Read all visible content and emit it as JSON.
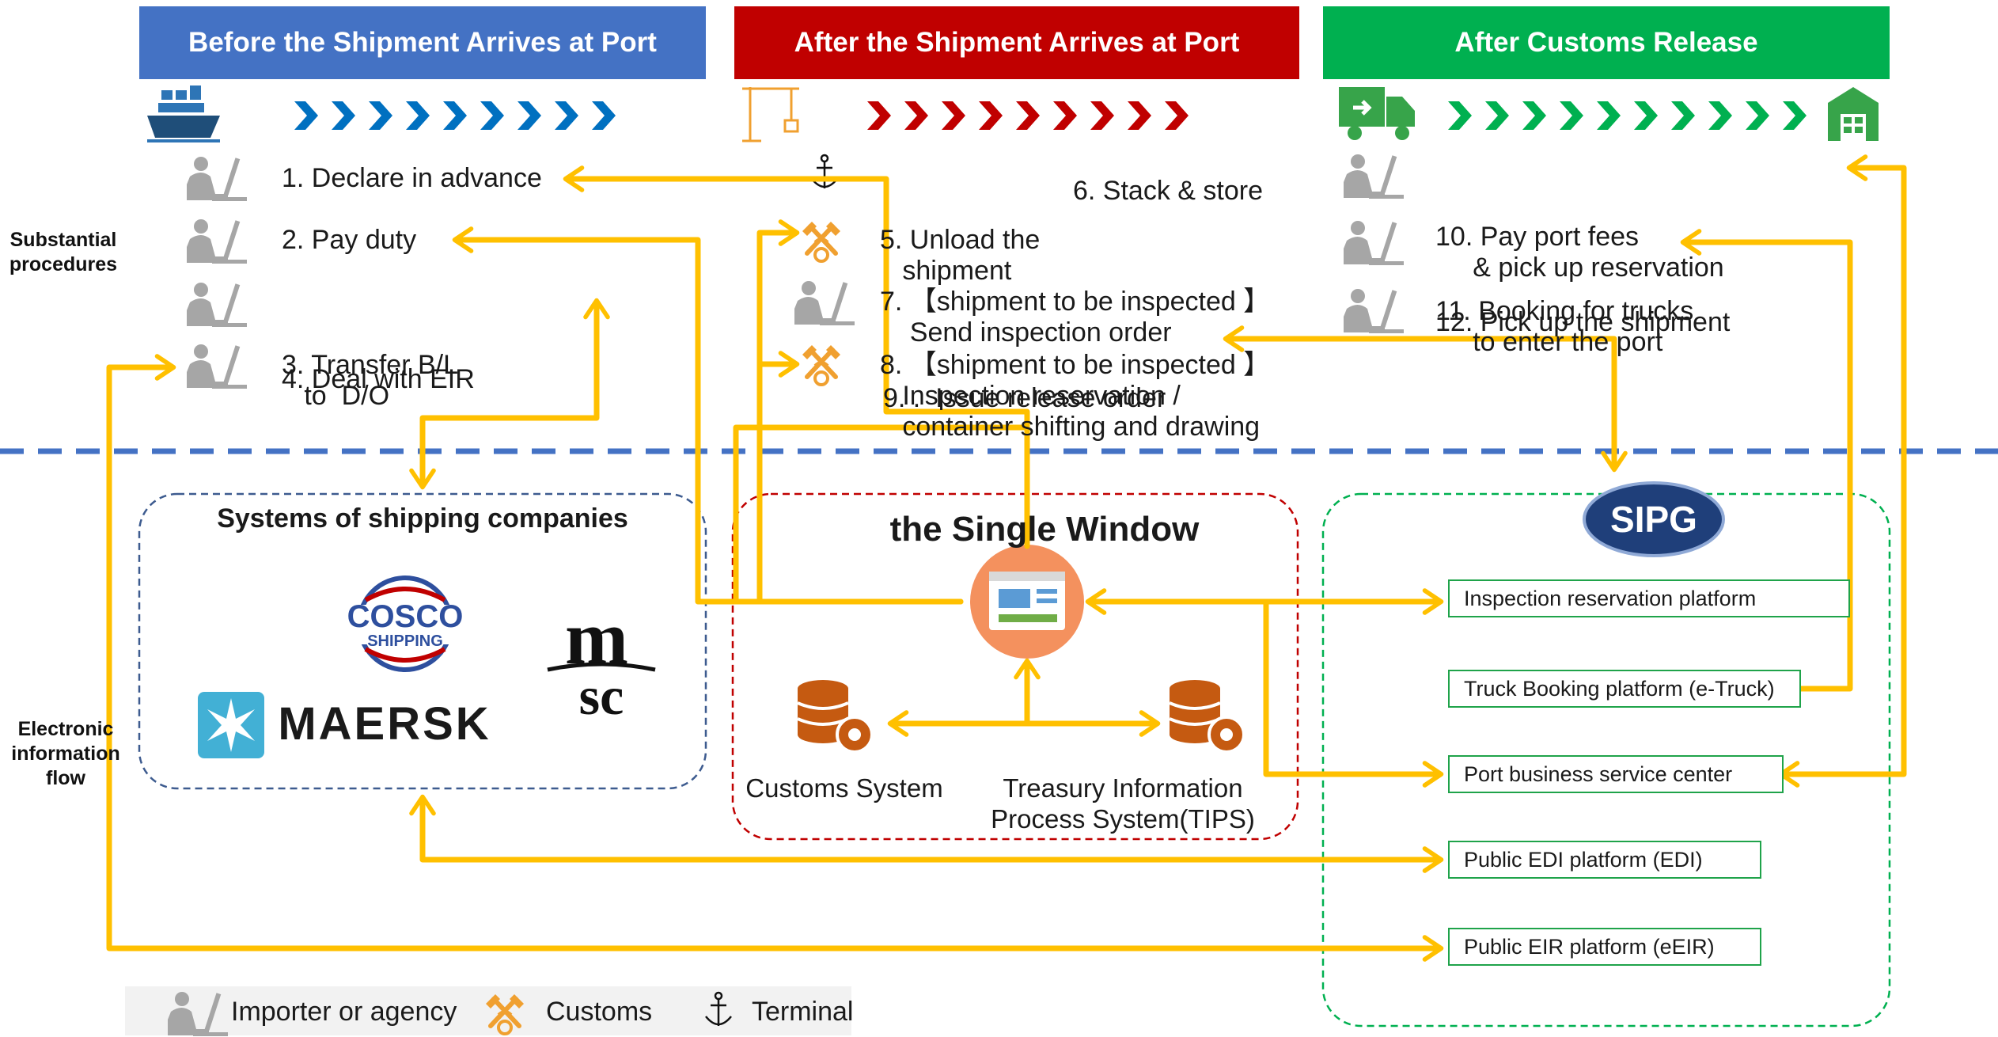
{
  "headers": {
    "before": "Before the Shipment Arrives at  Port",
    "after_arrival": "After the Shipment Arrives at Port",
    "after_release": "After Customs Release"
  },
  "side_labels": {
    "substantial": [
      "Substantial",
      "procedures"
    ],
    "electronic": [
      "Electronic",
      "information",
      "flow"
    ]
  },
  "steps": {
    "s1": "1. Declare in advance",
    "s2": "2. Pay duty",
    "s3": [
      "3. Transfer B/L",
      "   to  D/O"
    ],
    "s4": "4. Deal with EIR",
    "s5": [
      "5. Unload the",
      "   shipment"
    ],
    "s6": "6. Stack & store",
    "s7": [
      "7. 【shipment to be inspected 】",
      "    Send inspection order"
    ],
    "s8": [
      "8. 【shipment to be inspected 】",
      "   Inspection reservation /",
      "   container shifting and drawing"
    ],
    "s9": "9. .  Issue release order",
    "s10": [
      "10. Pay port fees",
      "     & pick up reservation"
    ],
    "s11": [
      "11. Booking for trucks",
      "     to enter the port"
    ],
    "s12": "12. Pick up the shipment"
  },
  "shipping_box": {
    "title": "Systems of shipping companies",
    "logos": {
      "cosco": [
        "COSCO",
        "SHIPPING"
      ],
      "maersk": "MAERSK",
      "msc": [
        "m",
        "sc"
      ]
    }
  },
  "single_window": {
    "title": "the Single Window",
    "customs_system": "Customs System",
    "tips": [
      "Treasury Information",
      "Process System(TIPS)"
    ]
  },
  "sipg": {
    "logo": "SIPG",
    "platforms": [
      "Inspection reservation platform",
      "Truck Booking platform (e-Truck)",
      "Port business service center",
      "Public EDI platform (EDI)",
      "Public EIR platform (eEIR)"
    ]
  },
  "legend": {
    "importer": "Importer or agency",
    "customs": "Customs",
    "terminal": "Terminal"
  },
  "colors": {
    "header_before": "#4472c4",
    "header_after_arrival": "#c00000",
    "header_after_release": "#00b050",
    "flow_arrow": "#ffc000",
    "chevron_blue": "#0070c0",
    "chevron_red": "#c00000",
    "chevron_green": "#00b050",
    "divider": "#4472c4"
  },
  "icons": [
    "ship-icon",
    "crane-icon",
    "truck-icon",
    "warehouse-icon",
    "person-computer-icon",
    "anchor-icon",
    "customs-icon",
    "single-window-icon",
    "database-gear-icon"
  ]
}
